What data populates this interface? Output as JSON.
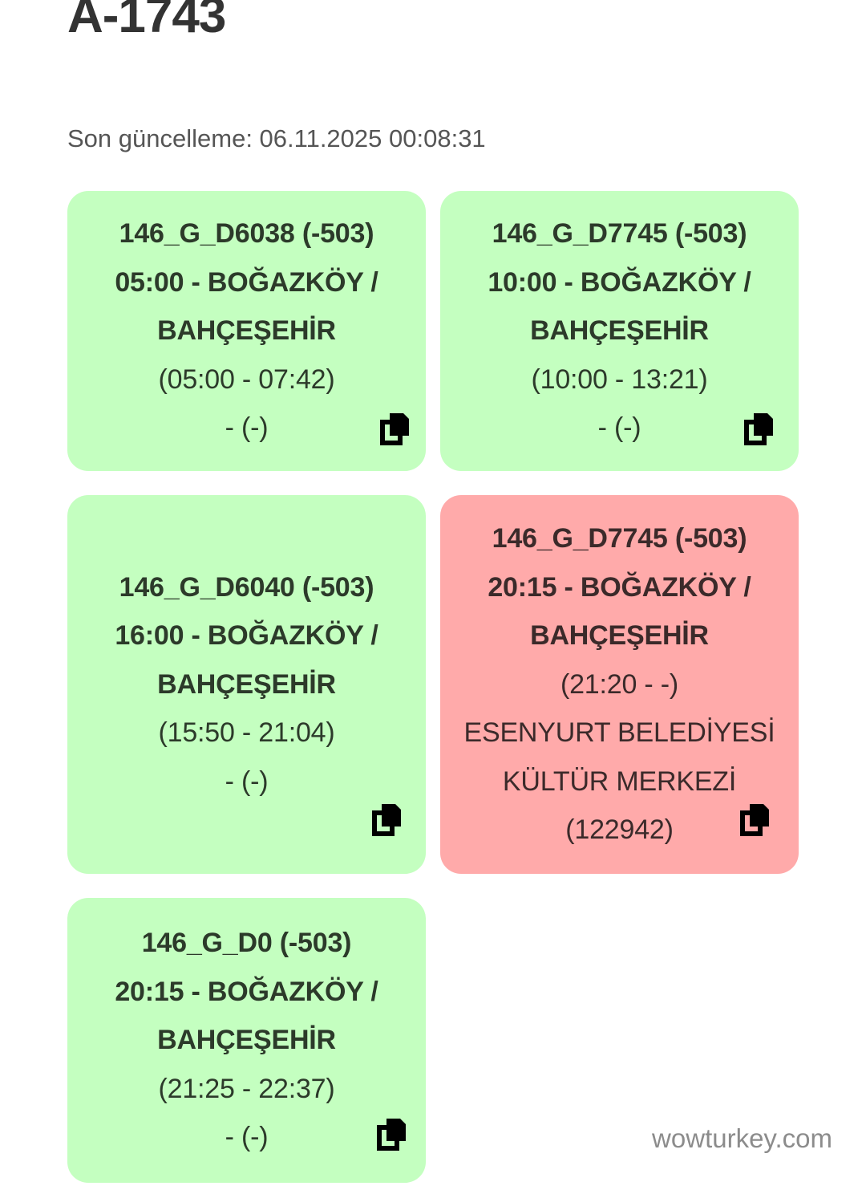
{
  "header": {
    "title": "A-1743",
    "last_update": "Son güncelleme: 06.11.2025 00:08:31"
  },
  "colors": {
    "status_ok_bg": "#c4ffc0",
    "status_ok_text": "#2c3a2a",
    "status_late_bg": "#ffaaaa",
    "status_late_text": "#3b2a2a",
    "page_bg": "#ffffff",
    "title_text": "#333333",
    "subtitle_text": "#555555",
    "watermark_text": "#8c8c8c",
    "icon": "#000000"
  },
  "icons": {
    "copy": "copy-icon"
  },
  "cards": [
    {
      "id": "146_G_D6038",
      "status": "ok",
      "trip_code": "146_G_D6038 (-503)",
      "departure_route": "05:00 - BOĞAZKÖY / BAHÇEŞEHİR",
      "actual_times": "(05:00 - 07:42)",
      "location": "- (-)",
      "copy_label": "Kopyala"
    },
    {
      "id": "146_G_D7745_10",
      "status": "ok",
      "trip_code": "146_G_D7745 (-503)",
      "departure_route": "10:00 - BOĞAZKÖY / BAHÇEŞEHİR",
      "actual_times": "(10:00 - 13:21)",
      "location": "- (-)",
      "copy_label": "Kopyala"
    },
    {
      "id": "146_G_D6040",
      "status": "ok",
      "trip_code": "146_G_D6040 (-503)",
      "departure_route": "16:00 - BOĞAZKÖY / BAHÇEŞEHİR",
      "actual_times": "(15:50 - 21:04)",
      "location": "- (-)",
      "copy_label": "Kopyala"
    },
    {
      "id": "146_G_D7745_20",
      "status": "late",
      "trip_code": "146_G_D7745 (-503)",
      "departure_route": "20:15 - BOĞAZKÖY / BAHÇEŞEHİR",
      "actual_times": "(21:20 - -)",
      "location": "ESENYURT BELEDİYESİ KÜLTÜR MERKEZİ (122942)",
      "copy_label": "Kopyala"
    },
    {
      "id": "146_G_D0",
      "status": "ok",
      "trip_code": "146_G_D0 (-503)",
      "departure_route": "20:15 - BOĞAZKÖY / BAHÇEŞEHİR",
      "actual_times": "(21:25 - 22:37)",
      "location": "- (-)",
      "copy_label": "Kopyala"
    }
  ],
  "footer": {
    "watermark": "wowturkey.com"
  }
}
